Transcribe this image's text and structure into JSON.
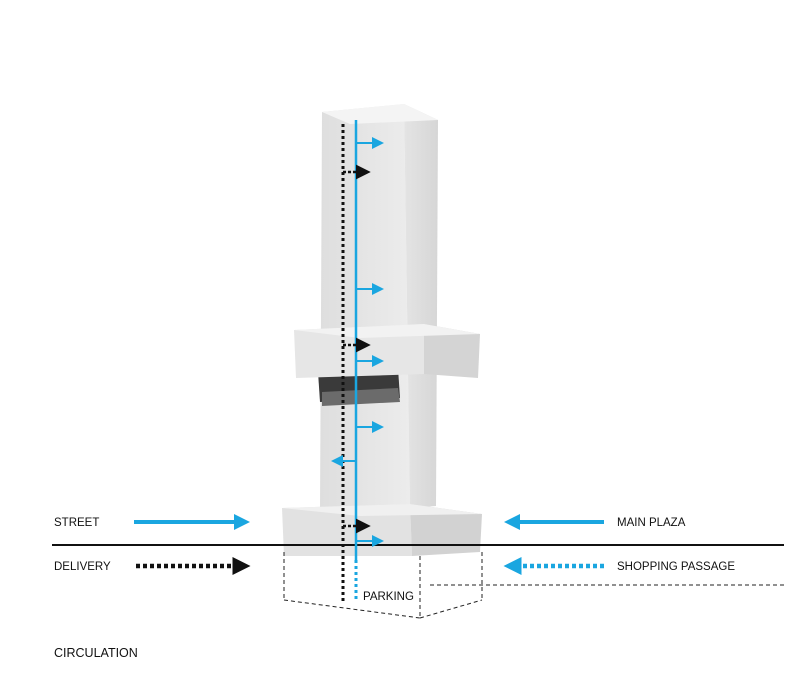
{
  "diagram": {
    "title": "CIRCULATION",
    "labels": {
      "street": "STREET",
      "delivery": "DELIVERY",
      "main_plaza": "MAIN PLAZA",
      "shopping_passage": "SHOPPING PASSAGE",
      "parking": "PARKING"
    },
    "colors": {
      "public_circulation": "#1aa6e0",
      "service_circulation": "#111111",
      "building_light": "#eeeeee",
      "building_mid": "#dcdcdc",
      "building_dark": "#cfcfcf"
    }
  }
}
